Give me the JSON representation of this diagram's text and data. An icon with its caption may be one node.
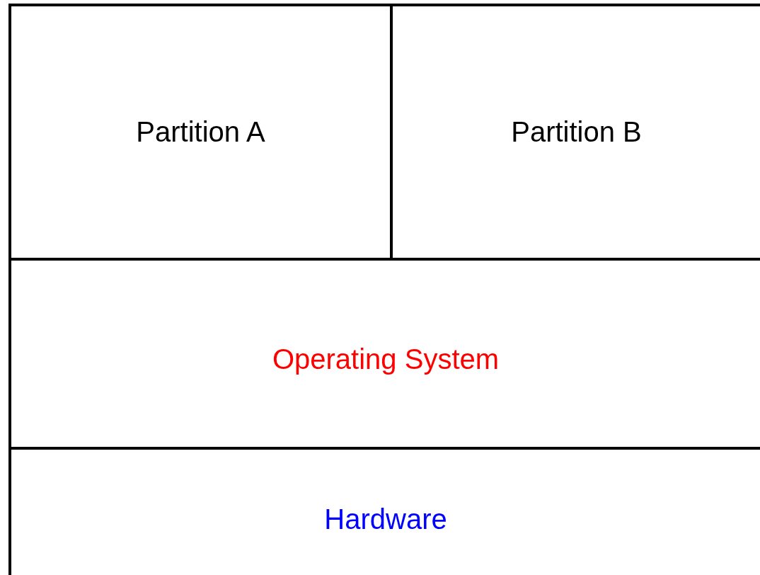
{
  "diagram": {
    "nodes": [
      {
        "text": [
          "Partition A"
        ]
      },
      {
        "text": [
          "Partition B"
        ]
      },
      {
        "text": [
          "Operating System"
        ]
      },
      {
        "text": [
          "Hardware"
        ]
      }
    ]
  }
}
